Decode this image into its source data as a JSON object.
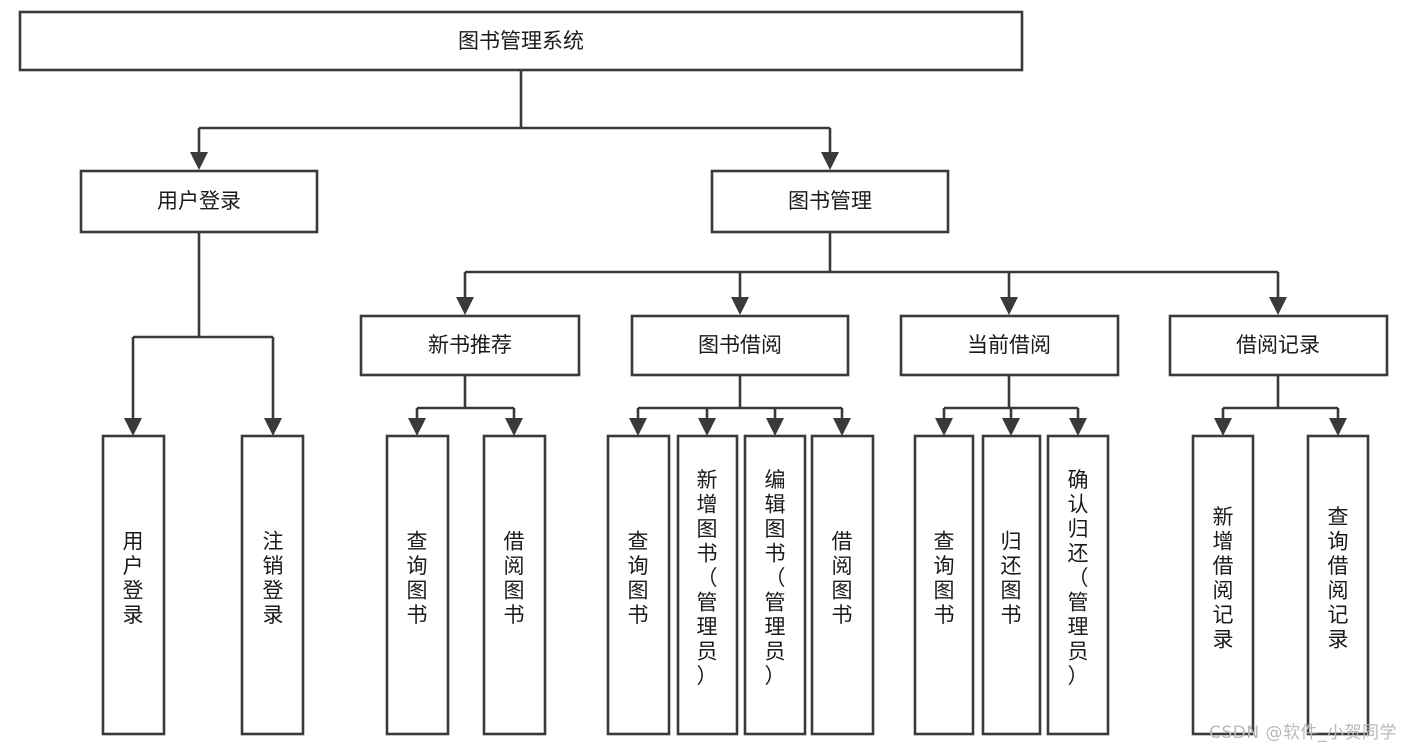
{
  "diagram": {
    "title": "图书管理系统",
    "type": "tree",
    "watermark": "CSDN @软件_小贺同学",
    "colors": {
      "stroke": "#3a3a3a",
      "box_fill": "#ffffff",
      "text": "#1b1b1b",
      "background": "#ffffff",
      "watermark": "#b9b9b9"
    },
    "levels": [
      {
        "level": 1,
        "nodes": [
          {
            "id": "root",
            "label": "图书管理系统",
            "orientation": "horizontal"
          }
        ]
      },
      {
        "level": 2,
        "nodes": [
          {
            "id": "login",
            "label": "用户登录",
            "orientation": "horizontal",
            "parent": "root"
          },
          {
            "id": "bookmgmt",
            "label": "图书管理",
            "orientation": "horizontal",
            "parent": "root"
          }
        ]
      },
      {
        "level": 3,
        "nodes": [
          {
            "id": "newbook",
            "label": "新书推荐",
            "orientation": "horizontal",
            "parent": "bookmgmt"
          },
          {
            "id": "borrow",
            "label": "图书借阅",
            "orientation": "horizontal",
            "parent": "bookmgmt"
          },
          {
            "id": "current",
            "label": "当前借阅",
            "orientation": "horizontal",
            "parent": "bookmgmt"
          },
          {
            "id": "record",
            "label": "借阅记录",
            "orientation": "horizontal",
            "parent": "bookmgmt"
          }
        ]
      },
      {
        "level": 4,
        "nodes": [
          {
            "id": "leaf1",
            "label": "用户登录",
            "orientation": "vertical",
            "parent": "login"
          },
          {
            "id": "leaf2",
            "label": "注销登录",
            "orientation": "vertical",
            "parent": "login"
          },
          {
            "id": "leaf3",
            "label": "查询图书",
            "orientation": "vertical",
            "parent": "newbook"
          },
          {
            "id": "leaf4",
            "label": "借阅图书",
            "orientation": "vertical",
            "parent": "newbook"
          },
          {
            "id": "leaf5",
            "label": "查询图书",
            "orientation": "vertical",
            "parent": "borrow"
          },
          {
            "id": "leaf6",
            "label": "新增图书（管理员）",
            "orientation": "vertical",
            "parent": "borrow"
          },
          {
            "id": "leaf7",
            "label": "编辑图书（管理员）",
            "orientation": "vertical",
            "parent": "borrow"
          },
          {
            "id": "leaf8",
            "label": "借阅图书",
            "orientation": "vertical",
            "parent": "borrow"
          },
          {
            "id": "leaf9",
            "label": "查询图书",
            "orientation": "vertical",
            "parent": "current"
          },
          {
            "id": "leaf10",
            "label": "归还图书",
            "orientation": "vertical",
            "parent": "current"
          },
          {
            "id": "leaf11",
            "label": "确认归还（管理员）",
            "orientation": "vertical",
            "parent": "current"
          },
          {
            "id": "leaf12",
            "label": "新增借阅记录",
            "orientation": "vertical",
            "parent": "record"
          },
          {
            "id": "leaf13",
            "label": "查询借阅记录",
            "orientation": "vertical",
            "parent": "record"
          }
        ]
      }
    ]
  }
}
